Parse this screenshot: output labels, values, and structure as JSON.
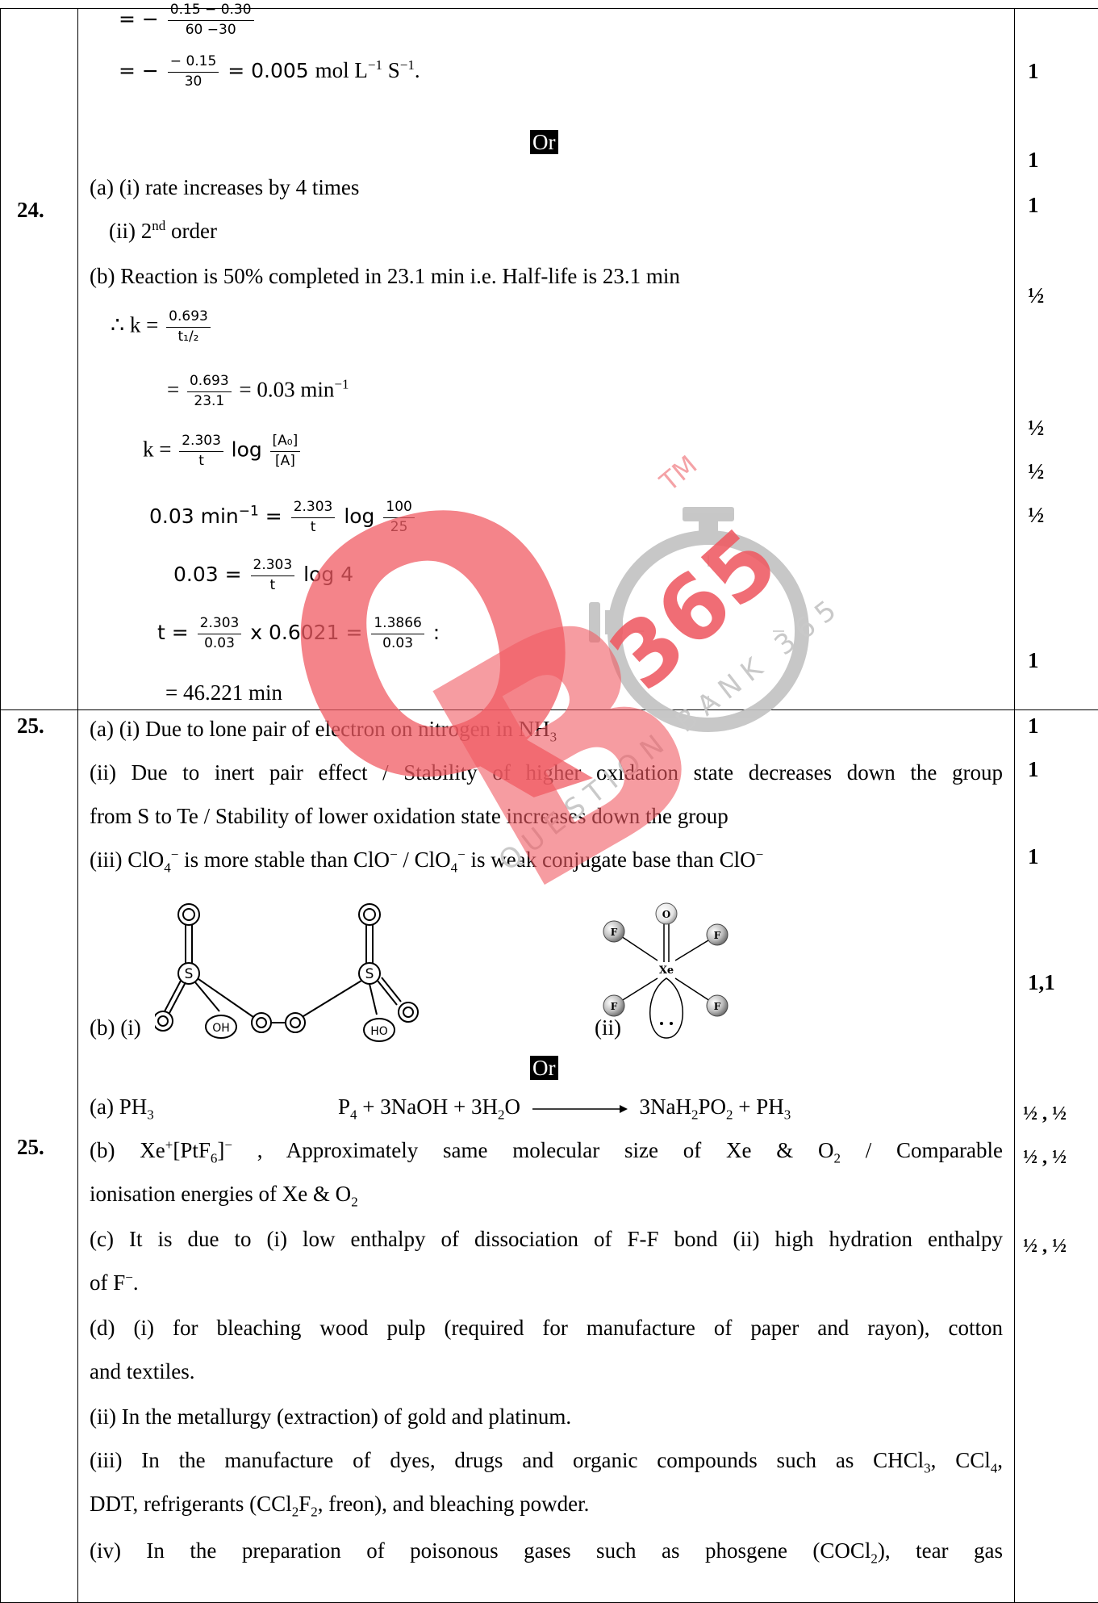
{
  "q24": {
    "number": "24.",
    "l1": {
      "eq": "= −",
      "num": "0.15 − 0.30",
      "den": "60 −30"
    },
    "l2": {
      "eq": "= −",
      "num": "− 0.15",
      "den": "30",
      "val": "= 0.005",
      "unit": "mol L",
      "exp1": "−1",
      "unit2": " S",
      "exp2": "−1",
      "end": "."
    },
    "or": "Or",
    "a1": "(a) (i) rate increases by  4 times",
    "a2_pre": "(ii) 2",
    "a2_sup": "nd",
    "a2_post": " order",
    "b1": "(b) Reaction is 50% completed in 23.1 min i.e. Half-life is 23.1 min",
    "b2": {
      "pre": "∴  k =",
      "num": "0.693",
      "den": "t₁/₂"
    },
    "b3": {
      "pre": "=",
      "num": "0.693",
      "den": "23.1",
      "post": "= 0.03 min",
      "exp": "−1"
    },
    "b4": {
      "pre": "k =",
      "num": "2.303",
      "den": "t",
      "log": "log",
      "num2": "[A₀]",
      "den2": "[A]"
    },
    "b5": {
      "pre": "0.03 min",
      "exp": "−1",
      "eq": "=",
      "num": "2.303",
      "den": "t",
      "log": "log",
      "num2": "100",
      "den2": "25"
    },
    "b6": {
      "pre": "0.03 =",
      "num": "2.303",
      "den": "t",
      "post": "log  4"
    },
    "b7": {
      "pre": "t =",
      "num": "2.303",
      "den": "0.03",
      "mid": "x 0.6021 =",
      "num2": "1.3866",
      "den2": "0.03",
      "post": ":"
    },
    "b8": "= 46.221 min",
    "marks": [
      "1",
      "1",
      "1",
      "½",
      "½",
      "½",
      "½",
      "1"
    ]
  },
  "q25a": {
    "number": "25.",
    "a1_pre": "(a) (i) Due to lone pair of electron on nitrogen  in NH",
    "a1_sub": "3",
    "a2": "(ii) Due to inert pair effect / Stability of higher oxidation state decreases down the group",
    "a3": "from S to Te / Stability of lower oxidation state increases down the group",
    "a4": {
      "p1": "(iii) ClO",
      "s1": "4",
      "sup1": "−",
      "p2": " is more stable than ClO",
      "sup2": "−",
      "p3": " / ClO",
      "s3": "4",
      "sup3": "−",
      "p4": " is weak conjugate base than ClO",
      "sup4": "−"
    },
    "b_label": "(b) (i)",
    "b_label2": "(ii)",
    "struct1": {
      "o": "O",
      "s": "S",
      "oh": "OH",
      "ho": "HO"
    },
    "struct2": {
      "o": "O",
      "f": "F",
      "xe": "Xe"
    },
    "marks": [
      "1",
      "1",
      "1",
      "1,1"
    ]
  },
  "or2": "Or",
  "q25b": {
    "number": "25.",
    "a_pre": "(a) PH",
    "a_sub": "3",
    "eq": {
      "p1": "P",
      "s1": "4",
      "p2": " + 3NaOH + 3H",
      "s2": "2",
      "p3": "O",
      "p4": "3NaH",
      "s4": "2",
      "p5": "PO",
      "s5": "2",
      "p6": " + PH",
      "s6": "3"
    },
    "b1": {
      "p1": "(b)  Xe",
      "sup1": "+",
      "p2": "[PtF",
      "s2": "6",
      "p3": "]",
      "sup3": "−",
      "p4": "   ,   Approximately same molecular size of Xe & O",
      "s4": "2",
      "p5": " / Comparable"
    },
    "b2": {
      "p1": "ionisation energies of Xe & O",
      "s1": "2"
    },
    "c1": "(c) It is due to (i) low enthalpy of dissociation of F-F bond (ii) high hydration enthalpy",
    "c2": {
      "p1": "of F",
      "sup1": "−",
      "p2": "."
    },
    "d1": "(d) (i) for bleaching wood pulp (required for manufacture of paper and rayon), cotton",
    "d2": "and textiles.",
    "d3": "(ii) In the metallurgy (extraction) of gold and platinum.",
    "d4": {
      "p1": "(iii) In the manufacture of dyes, drugs and organic compounds such as CHCl",
      "s1": "3",
      "p2": ", CCl",
      "s2": "4",
      "p3": ","
    },
    "d5": {
      "p1": "DDT, refrigerants (CCl",
      "s1": "2",
      "p2": "F",
      "s2": "2",
      "p3": ", freon), and bleaching powder."
    },
    "d6": {
      "p1": "(iv) In the preparation of poisonous gases such as phosgene (COCl",
      "s1": "2",
      "p2": "), tear gas"
    },
    "marks": [
      "½ , ½",
      "½ , ½",
      "½ , ½"
    ]
  },
  "watermark": {
    "tm": "TM",
    "num": "365",
    "text": "QUESTION BANK 365",
    "color": "#e11d2a",
    "grey": "#b9b9b9"
  }
}
